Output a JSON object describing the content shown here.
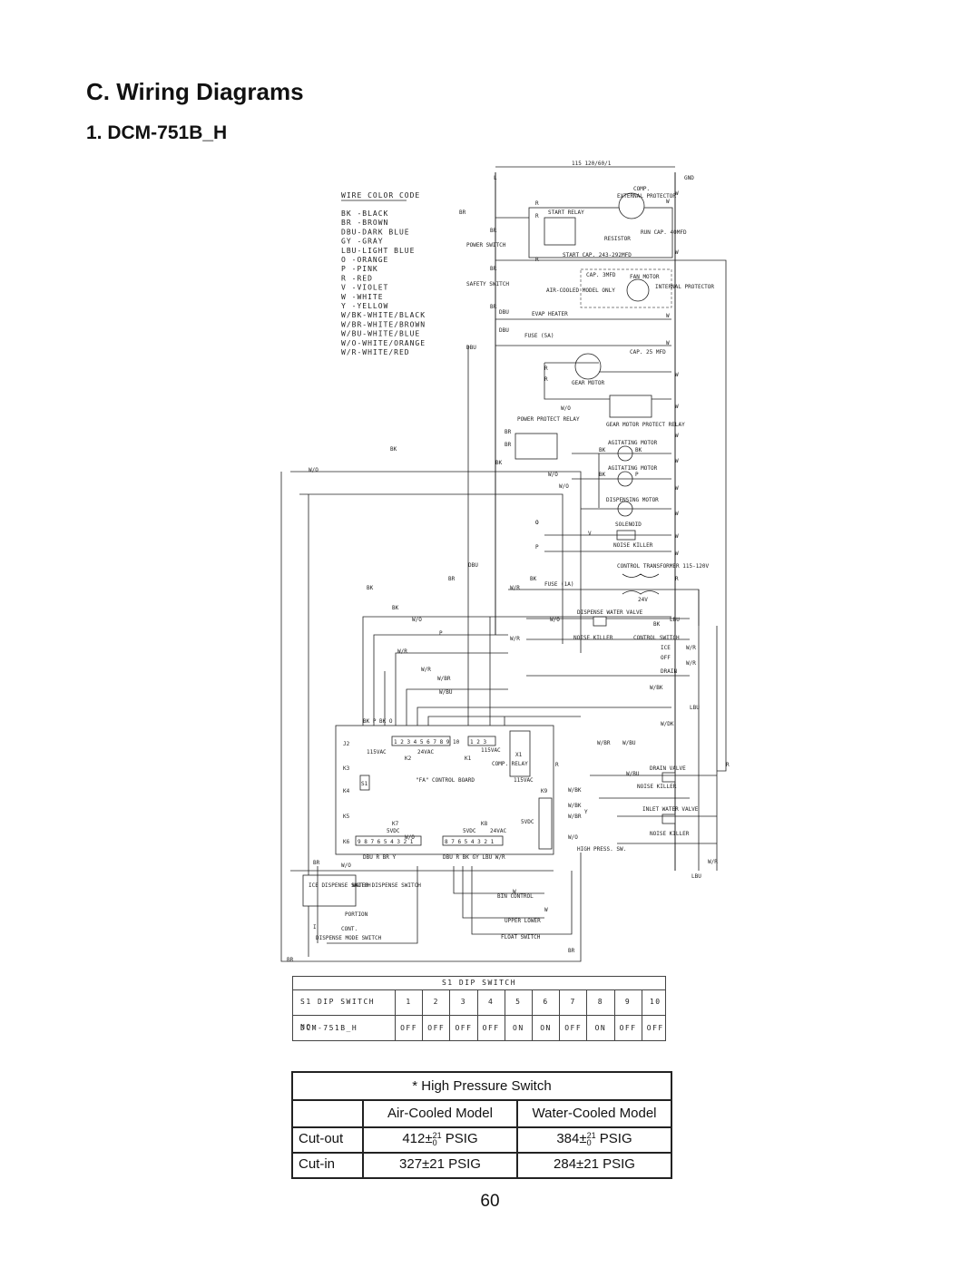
{
  "section_title": "C. Wiring Diagrams",
  "subsection_title": "1. DCM-751B_H",
  "wire_color_code": {
    "title": "WIRE COLOR CODE",
    "entries": [
      "BK -BLACK",
      "BR -BROWN",
      "DBU-DARK BLUE",
      "GY -GRAY",
      "LBU-LIGHT BLUE",
      "O -ORANGE",
      "P -PINK",
      "R -RED",
      "V -VIOLET",
      "W -WHITE",
      "Y -YELLOW",
      "W/BK-WHITE/BLACK",
      "W/BR-WHITE/BROWN",
      "W/BU-WHITE/BLUE",
      "W/O-WHITE/ORANGE",
      "W/R-WHITE/RED"
    ]
  },
  "diagram_labels": {
    "supply": "115 120/60/1",
    "gnd": "GND",
    "comp": "COMP.",
    "ext_protector": "EXTERNAL PROTECTOR",
    "start_relay": "START RELAY",
    "resistor": "RESISTOR",
    "run_cap": "RUN CAP. 40MFD",
    "start_cap": "START CAP. 243-292MFD",
    "power_switch": "POWER SWITCH",
    "safety_switch": "SAFETY SWITCH",
    "fan_motor": "FAN MOTOR",
    "fan_cap": "CAP. 3MFD",
    "air_cooled_only": "AIR-COOLED MODEL ONLY",
    "int_protector": "INTERNAL PROTECTOR",
    "evap_heater": "EVAP HEATER",
    "fuse_5a": "FUSE (5A)",
    "gear_cap": "CAP. 25 MFD",
    "gear_motor": "GEAR MOTOR",
    "gear_motor_protect_relay": "GEAR MOTOR PROTECT RELAY",
    "power_protect_relay": "POWER PROTECT RELAY",
    "agitating_motor_1": "AGITATING MOTOR",
    "agitating_motor_2": "AGITATING MOTOR",
    "dispensing_motor": "DISPENSING MOTOR",
    "solenoid": "SOLENOID",
    "noise_killer_1": "NOISE KILLER",
    "control_transformer": "CONTROL TRANSFORMER 115-120V",
    "fuse_1a": "FUSE (1A)",
    "v24": "24V",
    "dispense_water_valve": "DISPENSE WATER VALVE",
    "noise_killer_2": "NOISE KILLER",
    "control_switch": "CONTROL SWITCH",
    "ice": "ICE",
    "off": "OFF",
    "drain": "DRAIN",
    "drain_valve": "DRAIN VALVE",
    "noise_killer_3": "NOISE KILLER",
    "inlet_water_valve": "INLET WATER VALVE",
    "noise_killer_4": "NOISE KILLER",
    "high_press_sw": "HIGH PRESS. SW.",
    "control_board": "\"FA\" CONTROL BOARD",
    "s1": "S1",
    "k2": "K2",
    "k1": "K1",
    "k3": "K3",
    "k4": "K4",
    "k5": "K5",
    "k6": "K6",
    "k7": "K7",
    "k8": "K8",
    "k9": "K9",
    "j2": "J2",
    "x1": "X1",
    "comp_relay": "COMP. RELAY",
    "v115vac_1": "115VAC",
    "v24vac_1": "24VAC",
    "v115vac_2": "115VAC",
    "v115vac_3": "115VAC",
    "v5vdc_1": "5VDC",
    "v5vdc_2": "5VDC",
    "v24vac_2": "24VAC",
    "v5vdc_3": "5VDC",
    "ice_dispense_switch": "ICE DISPENSE SWITCH",
    "water_dispense_switch": "WATER DISPENSE SWITCH",
    "portion": "PORTION",
    "cont": "CONT.",
    "dispense_mode_switch": "DISPENSE MODE SWITCH",
    "bin_control": "BIN CONTROL",
    "upper_lower": "UPPER LOWER",
    "float_switch": "FLOAT SWITCH",
    "k2_pins": "1 2 3 4 5 6 7 8 9 10",
    "k1_pins": "1 2 3",
    "k6_pins": "9 8 7 6 5 4 3 2 1",
    "k8_pins": "8 7 6 5 4 3 2 1",
    "k2_wires": "BK P BK O",
    "bottom_wires_left": "DBU R BR Y",
    "bottom_wires_right": "DBU R BK GY LBU W/R"
  },
  "wire_tags": [
    "L",
    "BR",
    "R",
    "R",
    "BR",
    "BR",
    "DBU",
    "W",
    "BR",
    "R",
    "BR",
    "DBU",
    "DBU",
    "W",
    "W",
    "R",
    "R",
    "W/O",
    "BR",
    "BK",
    "BK",
    "W/O",
    "W/O",
    "W/O",
    "O",
    "P",
    "DBU",
    "BR",
    "BK",
    "W/R",
    "W/O",
    "P",
    "W/R",
    "W/R",
    "W/BR",
    "W/BU",
    "W/R",
    "W/O",
    "LBU",
    "W/R",
    "W/R",
    "W/BK",
    "W/DK",
    "LBU",
    "W/BR",
    "W/BU",
    "W/BU",
    "W/BK",
    "W/BK",
    "W/BR",
    "W/O",
    "R",
    "R",
    "W/R",
    "LBU",
    "Y",
    "O",
    "BK",
    "BK",
    "BK",
    "BK",
    "BK",
    "BK",
    "P",
    "V",
    "I",
    "BR",
    "W/O",
    "W/O",
    "BR",
    "BR",
    "W",
    "W",
    "W",
    "W",
    "W",
    "W",
    "W",
    "W",
    "W",
    "W",
    "W",
    "W",
    "R"
  ],
  "dip_switch": {
    "title": "S1 DIP SWITCH",
    "header_label": "S1 DIP SWITCH NO.",
    "numbers": [
      "1",
      "2",
      "3",
      "4",
      "5",
      "6",
      "7",
      "8",
      "9",
      "10"
    ],
    "model": "DCM-751B_H",
    "settings": [
      "OFF",
      "OFF",
      "OFF",
      "OFF",
      "ON",
      "ON",
      "OFF",
      "ON",
      "OFF",
      "OFF"
    ]
  },
  "high_pressure": {
    "title": "* High Pressure Switch",
    "col_air": "Air-Cooled Model",
    "col_water": "Water-Cooled Model",
    "cutout_label": "Cut-out",
    "cutout_air_base": "412±",
    "cutout_air_sup": "21",
    "cutout_air_sub": "0",
    "cutout_air_unit": " PSIG",
    "cutout_water_base": "384±",
    "cutout_water_sup": "21",
    "cutout_water_sub": "0",
    "cutout_water_unit": " PSIG",
    "cutin_label": "Cut-in",
    "cutin_air": "327±21 PSIG",
    "cutin_water": "284±21 PSIG"
  },
  "page_number": "60"
}
